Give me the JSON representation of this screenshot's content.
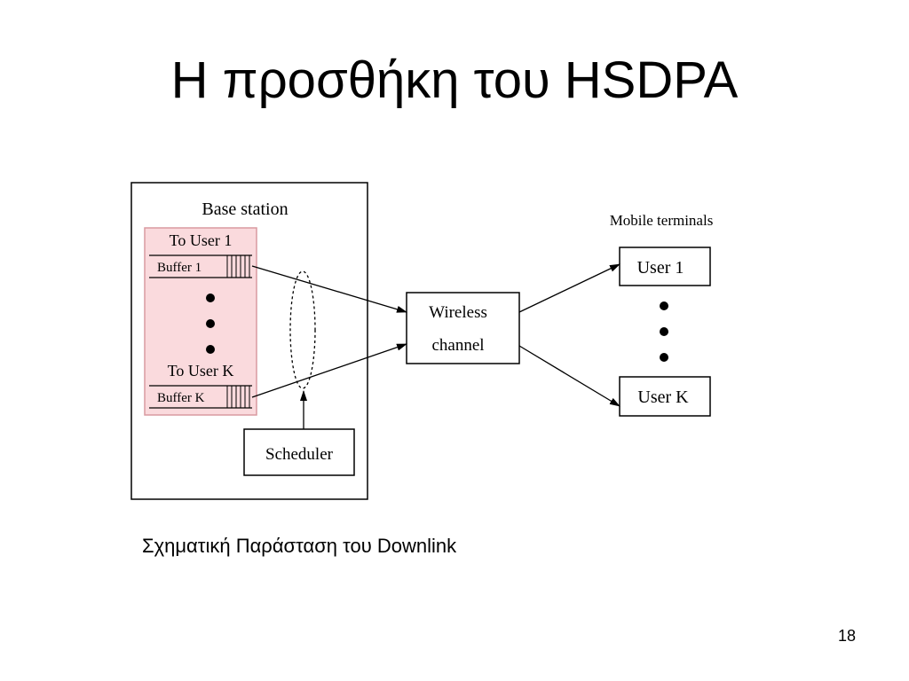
{
  "slide": {
    "title": "Η προσθήκη του HSDPA",
    "caption": "Σχηματική Παράσταση του Downlink",
    "page_number": "18"
  },
  "diagram": {
    "base_station_label": "Base station",
    "to_user_1": "To User 1",
    "buffer_1": "Buffer 1",
    "to_user_k": "To User K",
    "buffer_k": "Buffer K",
    "scheduler": "Scheduler",
    "channel_line1": "Wireless",
    "channel_line2": "channel",
    "mobile_terminals_label": "Mobile terminals",
    "user_1": "User 1",
    "user_k": "User K"
  },
  "colors": {
    "buffer_fill": "#fadadd",
    "buffer_stroke": "#d99aa0"
  }
}
